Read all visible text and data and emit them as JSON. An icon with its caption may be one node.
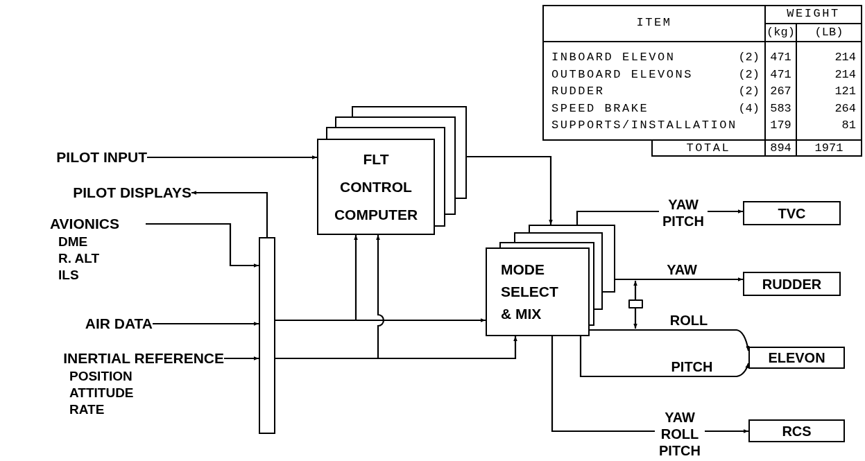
{
  "diagram": {
    "nodes": [
      {
        "text": [
          "PILOT INPUT"
        ]
      },
      {
        "text": [
          "PILOT DISPLAYS"
        ]
      },
      {
        "text": [
          "AVIONICS",
          "DME R. ALT ILS"
        ]
      },
      {
        "text": [
          "AIR DATA"
        ]
      },
      {
        "text": [
          "INERTIAL REFERENCE",
          "POSITION ATTITUDE RATE"
        ]
      },
      {
        "text": [],
        "shape": "bar"
      },
      {
        "text": [
          "FLT CONTROL COMPUTER"
        ]
      },
      {
        "text": [
          "MODE SELECT & MIX"
        ]
      },
      {
        "text": [
          "TVC"
        ]
      },
      {
        "text": [
          "RUDDER"
        ]
      },
      {
        "text": [
          "ELEVON"
        ]
      },
      {
        "text": [
          "RCS"
        ]
      },
      {
        "text": [],
        "shape": "box"
      }
    ],
    "edges": [
      {
        "from": 0,
        "to": 6,
        "arrow": "to"
      },
      {
        "from": 5,
        "to": 1,
        "arrow": "to"
      },
      {
        "from": 2,
        "to": 5,
        "arrow": "to"
      },
      {
        "from": 3,
        "to": 5,
        "arrow": "to"
      },
      {
        "from": 4,
        "to": 5,
        "arrow": "to"
      },
      {
        "from": 5,
        "to": 6,
        "arrow": "to"
      },
      {
        "from": 5,
        "to": 6,
        "arrow": "to"
      },
      {
        "from": 5,
        "to": 7,
        "arrow": "to"
      },
      {
        "from": 5,
        "to": 7,
        "arrow": "to"
      },
      {
        "from": 6,
        "to": 7,
        "arrow": "to"
      },
      {
        "from": 7,
        "to": 8,
        "arrow": "to",
        "label": "YAW PITCH"
      },
      {
        "from": 7,
        "to": 9,
        "arrow": "to",
        "label": "YAW"
      },
      {
        "from": 7,
        "to": 10,
        "arrow": "to",
        "label": "ROLL"
      },
      {
        "from": 7,
        "to": 10,
        "arrow": "to",
        "label": "PITCH"
      },
      {
        "from": 7,
        "to": 11,
        "arrow": "to",
        "label": "YAW ROLL PITCH"
      },
      {
        "from": 12,
        "to": null,
        "arrow": "to"
      },
      {
        "from": 12,
        "to": null,
        "arrow": "to"
      }
    ],
    "labels": [
      "ITEM",
      "WEIGHT",
      "(kg)",
      "(LB)",
      "INBOARD ELEVON",
      "(2)",
      "471",
      "214",
      "OUTBOARD ELEVONS",
      "(2)",
      "471",
      "214",
      "RUDDER",
      "(2)",
      "267",
      "121",
      "SPEED BRAKE",
      "(4)",
      "583",
      "264",
      "SUPPORTS/INSTALLATION",
      "179",
      "81",
      "TOTAL",
      "894",
      "1971"
    ]
  }
}
